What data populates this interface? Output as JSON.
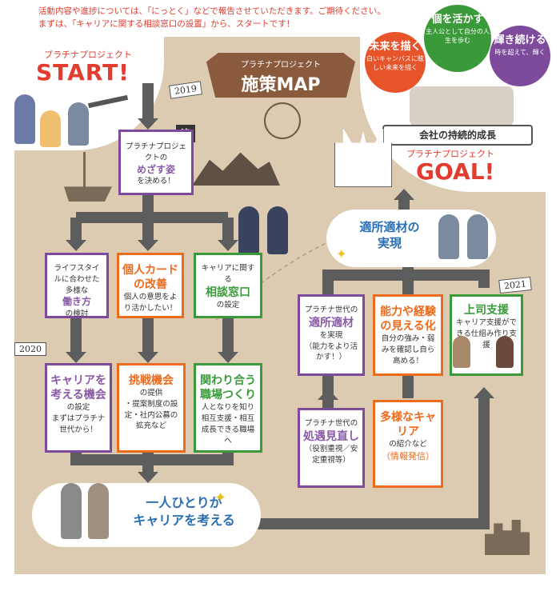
{
  "intro": {
    "line1": "活動内容や進捗については、「にっとく」などで報告させていただきます。ご期待ください。",
    "line2": "まずは、「キャリアに関する相談窓口の設置」から、スタートです！"
  },
  "start": {
    "sub": "プラチナプロジェクト",
    "main": "START!"
  },
  "banner": {
    "sub": "プラチナプロジェクト",
    "main": "施策MAP"
  },
  "goal": {
    "sub": "プラチナプロジェクト",
    "main": "GOAL!",
    "ribbon": "会社の持続的成長",
    "balloons": [
      {
        "title": "未来を描く",
        "text": "白いキャンバスに眩しい未来を描く",
        "color": "#e8542a"
      },
      {
        "title": "個を活かす",
        "text": "主人公として自分の人生を歩む",
        "color": "#3a9a3a"
      },
      {
        "title": "輝き続ける",
        "text": "時を超えて、輝く",
        "color": "#7d4a9c"
      }
    ]
  },
  "years": {
    "y2019": "2019",
    "y2020": "2020",
    "y2021": "2021"
  },
  "done_badge": "済",
  "boxes": {
    "mezasu": {
      "pre": "プラチナプロジェクトの",
      "big": "めざす姿",
      "post": "を決める！"
    },
    "lifestyle": {
      "pre": "ライフスタイルに合わせた多様な",
      "big": "働き方",
      "post": "の検討"
    },
    "kojin_card": {
      "big": "個人カードの改善",
      "post": "個人の意思をより活かしたい！"
    },
    "soudan": {
      "pre": "キャリアに関する",
      "big": "相談窓口",
      "post": "の設定"
    },
    "career_kikai": {
      "big": "キャリアを考える機会",
      "mid": "の設定",
      "post": "まずはプラチナ世代から！"
    },
    "chousen": {
      "big": "挑戦機会",
      "mid": "の提供",
      "post": "・提案制度の設定・社内公募の拡充など"
    },
    "kakawari": {
      "big": "関わり合う職場つくり",
      "post": "人となりを知り相互支援・相互成長できる職場へ"
    },
    "tekisho_jitsugen": {
      "pre": "プラチナ世代の",
      "big": "適所適材",
      "mid": "を実現",
      "post": "（能力をより活かす！）"
    },
    "nouryoku": {
      "big": "能力や経験の見える化",
      "post": "自分の強み・弱みを確認し自ら高める！"
    },
    "joshi": {
      "big": "上司支援",
      "post": "キャリア支援ができる仕組み作り支援"
    },
    "shogu": {
      "pre": "プラチナ世代の",
      "big": "処遇見直し",
      "post": "（役割重視／安定重視等）"
    },
    "tayou": {
      "big": "多様なキャリア",
      "mid": "の紹介など",
      "post": "（情報発信）"
    }
  },
  "bottom_cloud": {
    "line1": "一人ひとりが",
    "line2": "キャリアを考える"
  },
  "mid_cloud": {
    "line1": "適所適材の",
    "line2": "実現"
  }
}
